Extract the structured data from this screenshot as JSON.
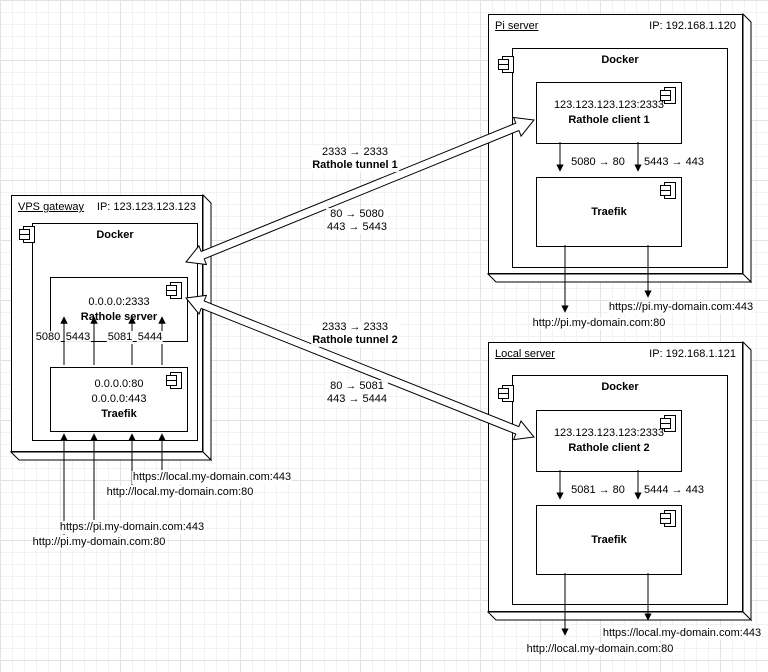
{
  "vps": {
    "title": "VPS gateway",
    "ip": "IP: 123.123.123.123",
    "docker": "Docker",
    "rathole_addr": "0.0.0.0:2333",
    "rathole_name": "Rathole server",
    "traefik_addr1": "0.0.0.0:80",
    "traefik_addr2": "0.0.0.0:443",
    "traefik_name": "Traefik",
    "ports": [
      "5080",
      "5443",
      "5081",
      "5444"
    ],
    "incoming": [
      "https://local.my-domain.com:443",
      "http://local.my-domain.com:80",
      "https://pi.my-domain.com:443",
      "http://pi.my-domain.com:80"
    ]
  },
  "pi": {
    "title": "Pi server",
    "ip": "IP: 192.168.1.120",
    "docker": "Docker",
    "rathole_addr": "123.123.123.123:2333",
    "rathole_name": "Rathole client 1",
    "traefik_name": "Traefik",
    "port_maps": [
      "5080 → 80",
      "5443 → 443"
    ],
    "outgoing": [
      "https://pi.my-domain.com:443",
      "http://pi.my-domain.com:80"
    ]
  },
  "local": {
    "title": "Local server",
    "ip": "IP: 192.168.1.121",
    "docker": "Docker",
    "rathole_addr": "123.123.123.123:2333",
    "rathole_name": "Rathole client 2",
    "traefik_name": "Traefik",
    "port_maps": [
      "5081 → 80",
      "5444 → 443"
    ],
    "outgoing": [
      "https://local.my-domain.com:443",
      "http://local.my-domain.com:80"
    ]
  },
  "tunnels": [
    {
      "ports": "2333 → 2333",
      "name": "Rathole tunnel 1",
      "maps": [
        "80 → 5080",
        "443 → 5443"
      ]
    },
    {
      "ports": "2333 → 2333",
      "name": "Rathole tunnel 2",
      "maps": [
        "80 → 5081",
        "443 → 5444"
      ]
    }
  ]
}
